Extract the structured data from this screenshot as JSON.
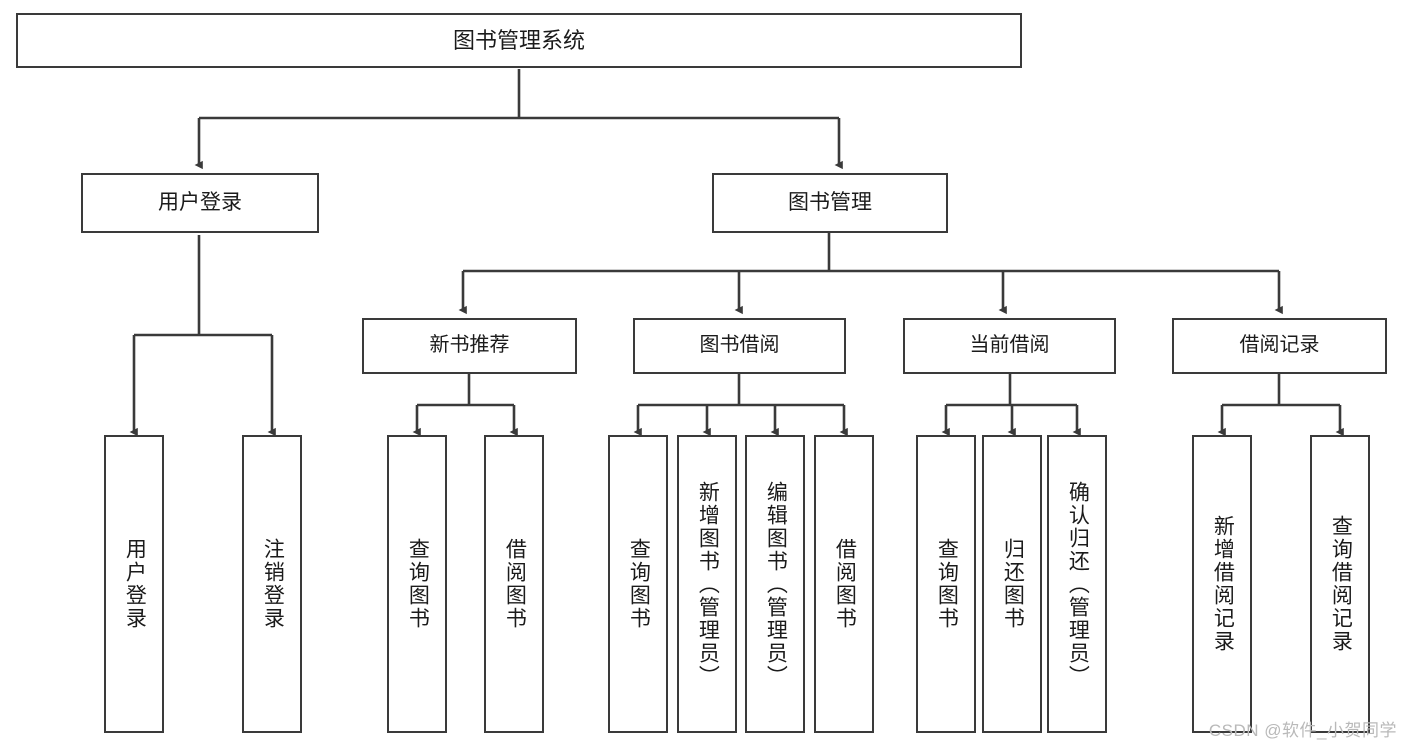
{
  "diagram": {
    "title": "图书管理系统",
    "type": "tree-hierarchy-chart",
    "root": {
      "label": "图书管理系统"
    },
    "level1": [
      {
        "label": "用户登录"
      },
      {
        "label": "图书管理"
      }
    ],
    "level2": [
      {
        "label": "新书推荐"
      },
      {
        "label": "图书借阅"
      },
      {
        "label": "当前借阅"
      },
      {
        "label": "借阅记录"
      }
    ],
    "leaves": {
      "user_login": [
        {
          "label": "用户登录"
        },
        {
          "label": "注销登录"
        }
      ],
      "new_book": [
        {
          "label": "查询图书"
        },
        {
          "label": "借阅图书"
        }
      ],
      "book_borrow": [
        {
          "label": "查询图书"
        },
        {
          "label": "新增图书（管理员）"
        },
        {
          "label": "编辑图书（管理员）"
        },
        {
          "label": "借阅图书"
        }
      ],
      "current_borrow": [
        {
          "label": "查询图书"
        },
        {
          "label": "归还图书"
        },
        {
          "label": "确认归还（管理员）"
        }
      ],
      "borrow_record": [
        {
          "label": "新增借阅记录"
        },
        {
          "label": "查询借阅记录"
        }
      ]
    }
  },
  "watermark": {
    "text": "CSDN @软件_小贺同学"
  },
  "colors": {
    "stroke": "#3a3a3a",
    "background": "#ffffff",
    "text": "#1b1b1b",
    "watermark": "#b9b9b9"
  }
}
